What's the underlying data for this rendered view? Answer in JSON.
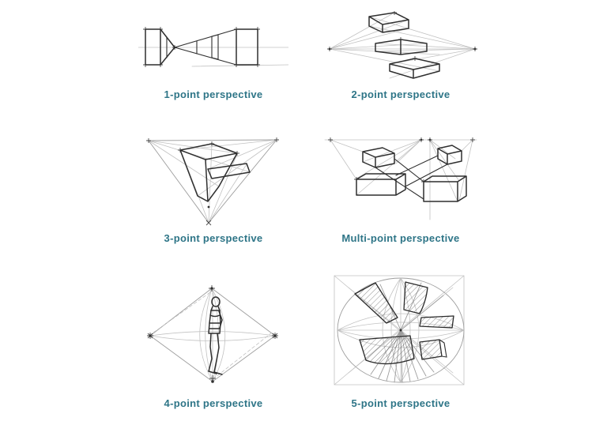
{
  "colors": {
    "background": "#ffffff",
    "label_teal": "#2e7587",
    "sketch_ink": "#2f2f2f",
    "construction_line": "#c2c2c2"
  },
  "cards": [
    {
      "id": "one-point",
      "label": "1-point perspective",
      "sketch": "one-point-perspective-sketch"
    },
    {
      "id": "two-point",
      "label": "2-point perspective",
      "sketch": "two-point-perspective-sketch"
    },
    {
      "id": "three-point",
      "label": "3-point perspective",
      "sketch": "three-point-perspective-sketch"
    },
    {
      "id": "multi-point",
      "label": "Multi-point perspective",
      "sketch": "multi-point-perspective-sketch"
    },
    {
      "id": "four-point",
      "label": "4-point perspective",
      "sketch": "four-point-perspective-sketch"
    },
    {
      "id": "five-point",
      "label": "5-point perspective",
      "sketch": "five-point-perspective-sketch"
    }
  ]
}
